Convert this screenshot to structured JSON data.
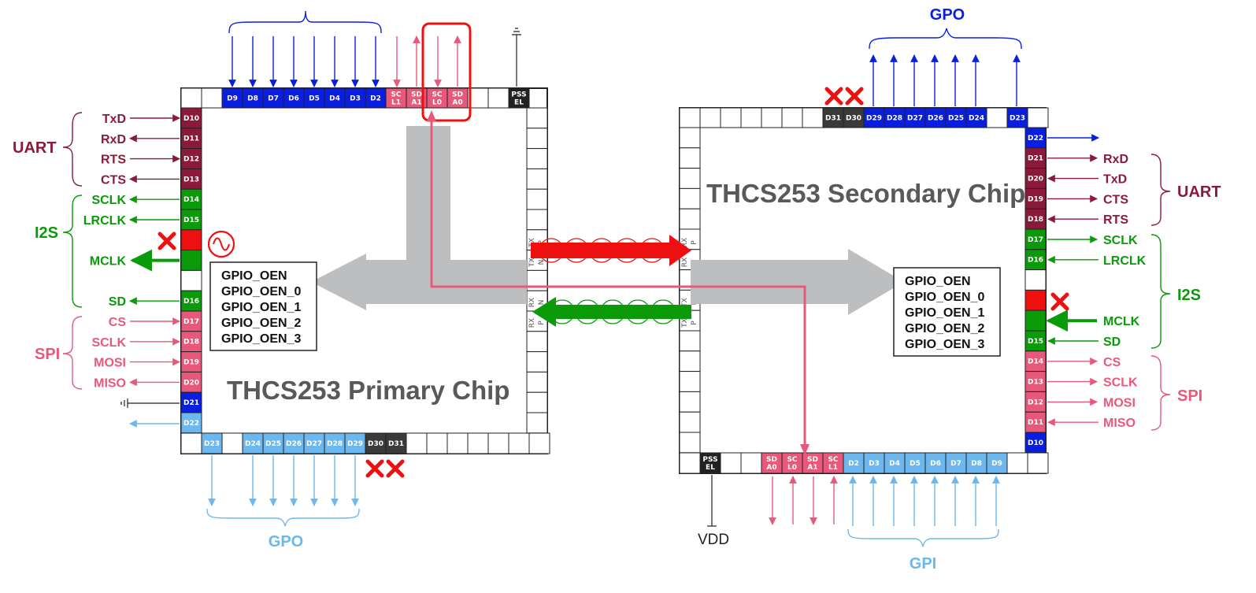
{
  "colors": {
    "uart": "#8b1a3a",
    "i2s": "#0a9a0a",
    "spi": "#e8587a",
    "blue": "#0a1ee0",
    "lightblue": "#6cb8ee",
    "gray": "#3a3a3a",
    "black": "#222222",
    "red": "#ee1010",
    "band": "#bdbec0"
  },
  "primary": {
    "title": "THCS253 Primary Chip",
    "registers": [
      "GPIO_OEN",
      "GPIO_OEN_0",
      "GPIO_OEN_1",
      "GPIO_OEN_2",
      "GPIO_OEN_3"
    ],
    "top_pins": [
      {
        "label": "D9",
        "color": "blue"
      },
      {
        "label": "D8",
        "color": "blue"
      },
      {
        "label": "D7",
        "color": "blue"
      },
      {
        "label": "D6",
        "color": "blue"
      },
      {
        "label": "D5",
        "color": "blue"
      },
      {
        "label": "D4",
        "color": "blue"
      },
      {
        "label": "D3",
        "color": "blue"
      },
      {
        "label": "D2",
        "color": "blue"
      },
      {
        "label": "SC L1",
        "color": "spi"
      },
      {
        "label": "SD A1",
        "color": "spi"
      },
      {
        "label": "SC L0",
        "color": "spi"
      },
      {
        "label": "SD A0",
        "color": "spi"
      },
      {
        "label": "PSS EL",
        "color": "black"
      }
    ],
    "left_pins": [
      {
        "label": "D10",
        "color": "uart",
        "signal": "TxD"
      },
      {
        "label": "D11",
        "color": "uart",
        "signal": "RxD"
      },
      {
        "label": "D12",
        "color": "uart",
        "signal": "RTS"
      },
      {
        "label": "D13",
        "color": "uart",
        "signal": "CTS"
      },
      {
        "label": "D14",
        "color": "i2s",
        "signal": "SCLK"
      },
      {
        "label": "D15",
        "color": "i2s",
        "signal": "LRCLK"
      },
      {
        "label": "",
        "color": "red",
        "signal": ""
      },
      {
        "label": "",
        "color": "i2s",
        "signal": "MCLK"
      },
      {
        "label": "",
        "color": "white",
        "signal": ""
      },
      {
        "label": "D16",
        "color": "i2s",
        "signal": "SD"
      },
      {
        "label": "D17",
        "color": "spi",
        "signal": "CS"
      },
      {
        "label": "D18",
        "color": "spi",
        "signal": "SCLK"
      },
      {
        "label": "D19",
        "color": "spi",
        "signal": "MOSI"
      },
      {
        "label": "D20",
        "color": "spi",
        "signal": "MISO"
      },
      {
        "label": "D21",
        "color": "blue",
        "signal": ""
      },
      {
        "label": "D22",
        "color": "lightblue",
        "signal": ""
      }
    ],
    "bottom_pins": [
      {
        "label": "D23",
        "color": "lightblue"
      },
      {
        "label": "D24",
        "color": "lightblue"
      },
      {
        "label": "D25",
        "color": "lightblue"
      },
      {
        "label": "D26",
        "color": "lightblue"
      },
      {
        "label": "D27",
        "color": "lightblue"
      },
      {
        "label": "D28",
        "color": "lightblue"
      },
      {
        "label": "D29",
        "color": "lightblue"
      },
      {
        "label": "D30",
        "color": "gray"
      },
      {
        "label": "D31",
        "color": "gray"
      }
    ],
    "groups": {
      "uart": "UART",
      "i2s": "I2S",
      "spi": "SPI",
      "gpo": "GPO"
    },
    "serdes": {
      "tx_label": "TX",
      "rx_label": "RX",
      "n": "N",
      "p": "P"
    }
  },
  "secondary": {
    "title": "THCS253 Secondary Chip",
    "registers": [
      "GPIO_OEN",
      "GPIO_OEN_0",
      "GPIO_OEN_1",
      "GPIO_OEN_2",
      "GPIO_OEN_3"
    ],
    "top_pins": [
      {
        "label": "D31",
        "color": "gray"
      },
      {
        "label": "D30",
        "color": "gray"
      },
      {
        "label": "D29",
        "color": "blue"
      },
      {
        "label": "D28",
        "color": "blue"
      },
      {
        "label": "D27",
        "color": "blue"
      },
      {
        "label": "D26",
        "color": "blue"
      },
      {
        "label": "D25",
        "color": "blue"
      },
      {
        "label": "D24",
        "color": "blue"
      },
      {
        "label": "D23",
        "color": "blue"
      }
    ],
    "right_pins": [
      {
        "label": "D22",
        "color": "blue",
        "signal": ""
      },
      {
        "label": "D21",
        "color": "uart",
        "signal": "RxD"
      },
      {
        "label": "D20",
        "color": "uart",
        "signal": "TxD"
      },
      {
        "label": "D19",
        "color": "uart",
        "signal": "CTS"
      },
      {
        "label": "D18",
        "color": "uart",
        "signal": "RTS"
      },
      {
        "label": "D17",
        "color": "i2s",
        "signal": "SCLK"
      },
      {
        "label": "D16",
        "color": "i2s",
        "signal": "LRCLK"
      },
      {
        "label": "",
        "color": "white",
        "signal": ""
      },
      {
        "label": "",
        "color": "red",
        "signal": ""
      },
      {
        "label": "",
        "color": "i2s",
        "signal": "MCLK"
      },
      {
        "label": "D15",
        "color": "i2s",
        "signal": "SD"
      },
      {
        "label": "D14",
        "color": "spi",
        "signal": "CS"
      },
      {
        "label": "D13",
        "color": "spi",
        "signal": "SCLK"
      },
      {
        "label": "D12",
        "color": "spi",
        "signal": "MOSI"
      },
      {
        "label": "D11",
        "color": "spi",
        "signal": "MISO"
      },
      {
        "label": "D10",
        "color": "blue",
        "signal": ""
      }
    ],
    "bottom_pins": [
      {
        "label": "PSS EL",
        "color": "black"
      },
      {
        "label": "SD A0",
        "color": "spi"
      },
      {
        "label": "SC L0",
        "color": "spi"
      },
      {
        "label": "SD A1",
        "color": "spi"
      },
      {
        "label": "SC L1",
        "color": "spi"
      },
      {
        "label": "D2",
        "color": "lightblue"
      },
      {
        "label": "D3",
        "color": "lightblue"
      },
      {
        "label": "D4",
        "color": "lightblue"
      },
      {
        "label": "D5",
        "color": "lightblue"
      },
      {
        "label": "D6",
        "color": "lightblue"
      },
      {
        "label": "D7",
        "color": "lightblue"
      },
      {
        "label": "D8",
        "color": "lightblue"
      },
      {
        "label": "D9",
        "color": "lightblue"
      }
    ],
    "groups": {
      "uart": "UART",
      "i2s": "I2S",
      "spi": "SPI",
      "gpo": "GPO",
      "gpi": "GPI"
    },
    "vdd_label": "VDD",
    "serdes": {
      "tx_label": "TX",
      "rx_label": "RX",
      "n": "N",
      "p": "P"
    }
  }
}
